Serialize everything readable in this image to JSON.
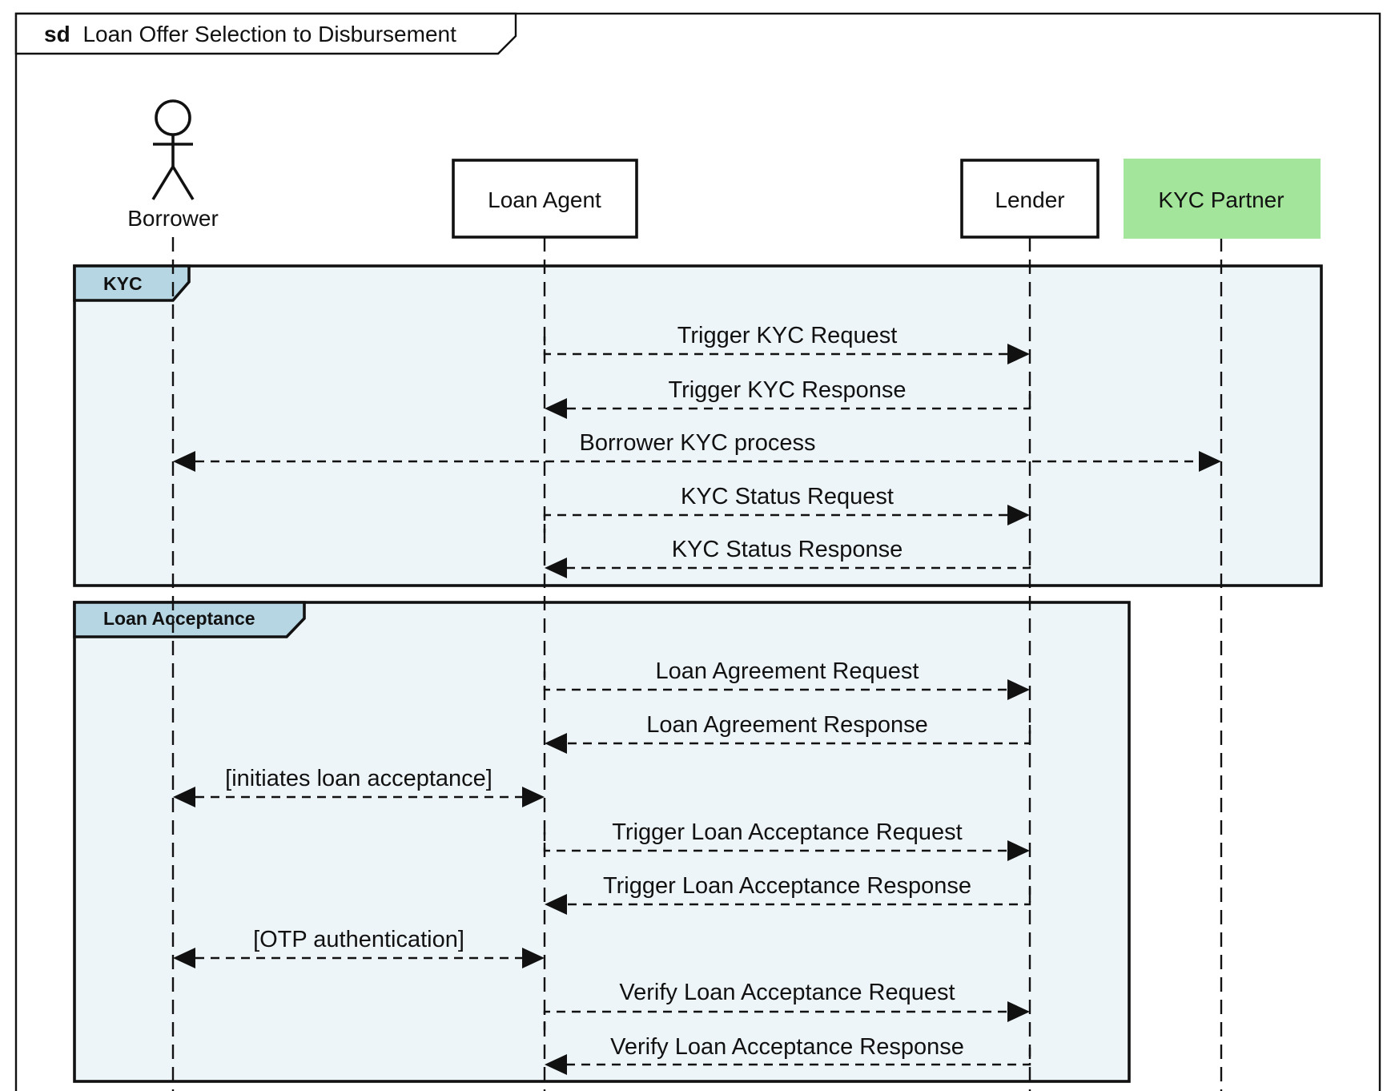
{
  "frame": {
    "keyword": "sd",
    "title": "Loan Offer Selection to Disbursement"
  },
  "participants": [
    {
      "id": "borrower",
      "label": "Borrower",
      "kind": "actor"
    },
    {
      "id": "agent",
      "label": "Loan Agent",
      "kind": "box"
    },
    {
      "id": "lender",
      "label": "Lender",
      "kind": "box"
    },
    {
      "id": "kyc",
      "label": "KYC Partner",
      "kind": "box",
      "fill": "#a3e59a"
    }
  ],
  "colors": {
    "fragment_fill": "#eef5f9",
    "fragment_tab": "#b6d6e3",
    "kyc_partner": "#a3e59a"
  },
  "fragments": [
    {
      "label": "KYC",
      "messages": [
        {
          "text": "Trigger KYC Request",
          "from": "agent",
          "to": "lender",
          "style": "dashed"
        },
        {
          "text": "Trigger KYC Response",
          "from": "lender",
          "to": "agent",
          "style": "dashed"
        },
        {
          "text": "Borrower KYC process",
          "from": "borrower",
          "to": "kyc",
          "style": "dashed-bidirectional"
        },
        {
          "text": "KYC Status Request",
          "from": "agent",
          "to": "lender",
          "style": "dashed"
        },
        {
          "text": "KYC Status Response",
          "from": "lender",
          "to": "agent",
          "style": "dashed"
        }
      ]
    },
    {
      "label": "Loan Acceptance",
      "messages": [
        {
          "text": "Loan Agreement Request",
          "from": "agent",
          "to": "lender",
          "style": "dashed"
        },
        {
          "text": "Loan Agreement Response",
          "from": "lender",
          "to": "agent",
          "style": "dashed"
        },
        {
          "text": "[initiates loan acceptance]",
          "from": "borrower",
          "to": "agent",
          "style": "dashed-bidirectional"
        },
        {
          "text": "Trigger Loan Acceptance Request",
          "from": "agent",
          "to": "lender",
          "style": "dashed"
        },
        {
          "text": "Trigger Loan Acceptance Response",
          "from": "lender",
          "to": "agent",
          "style": "dashed"
        },
        {
          "text": "[OTP authentication]",
          "from": "borrower",
          "to": "agent",
          "style": "dashed-bidirectional"
        },
        {
          "text": "Verify Loan Acceptance Request",
          "from": "agent",
          "to": "lender",
          "style": "dashed"
        },
        {
          "text": "Verify Loan Acceptance Response",
          "from": "lender",
          "to": "agent",
          "style": "dashed"
        }
      ]
    }
  ]
}
